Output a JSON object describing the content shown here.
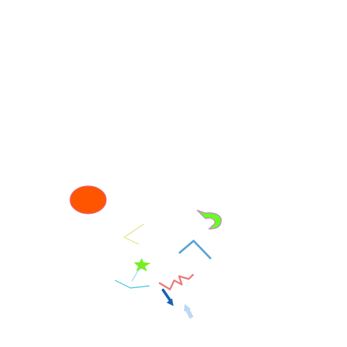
{
  "colors": {
    "background": "#ffffff",
    "circle_fill": "#ff5500",
    "circle_stroke": "#e5678a",
    "yellow_line": "#e3e07a",
    "blue_chevron": "#5aa5d6",
    "green_arrow_fill": "#66ff22",
    "green_arrow_stroke": "#d07ad0",
    "star_fill": "#77ee22",
    "cyan_line": "#6fd8e6",
    "cyan_polyline": "#33bde0",
    "red_zigzag": "#ef7a7a",
    "dark_blue_arrow": "#1a62b0",
    "light_blue_arrow": "#bcd8f4"
  },
  "shapes": [
    {
      "kind": "ellipse",
      "name": "orange-circle"
    },
    {
      "kind": "polyline",
      "name": "yellow-chevron-line"
    },
    {
      "kind": "polyline",
      "name": "blue-chevron-line"
    },
    {
      "kind": "curved-arrow",
      "name": "green-curved-arrow"
    },
    {
      "kind": "star",
      "name": "green-star"
    },
    {
      "kind": "line",
      "name": "cyan-line"
    },
    {
      "kind": "polyline",
      "name": "cyan-polyline"
    },
    {
      "kind": "polyline",
      "name": "red-zigzag-line"
    },
    {
      "kind": "arrow",
      "name": "dark-blue-arrow"
    },
    {
      "kind": "arrow",
      "name": "light-blue-arrow"
    }
  ]
}
